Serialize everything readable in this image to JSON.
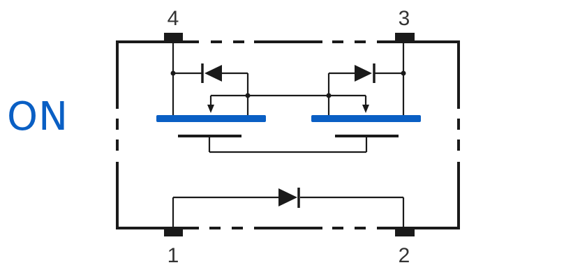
{
  "state_label": "ON",
  "colors": {
    "state_label": "#0a5fc4",
    "gate_bar": "#0a5fc4",
    "wire": "#1a1a1a",
    "pin_pad": "#1a1a1a",
    "pin_number": "#333333"
  },
  "pins": [
    {
      "number": "4",
      "position": "top-left"
    },
    {
      "number": "3",
      "position": "top-right"
    },
    {
      "number": "1",
      "position": "bottom-left"
    },
    {
      "number": "2",
      "position": "bottom-right"
    }
  ],
  "components": {
    "mosfet_left": {
      "body_diode": "anode-right-cathode-left",
      "gate": "blue"
    },
    "mosfet_right": {
      "body_diode": "anode-left-cathode-right",
      "gate": "blue"
    },
    "bottom_diode": {
      "from_pin": "1",
      "to_pin": "2",
      "direction": "anode-left-cathode-right"
    }
  }
}
